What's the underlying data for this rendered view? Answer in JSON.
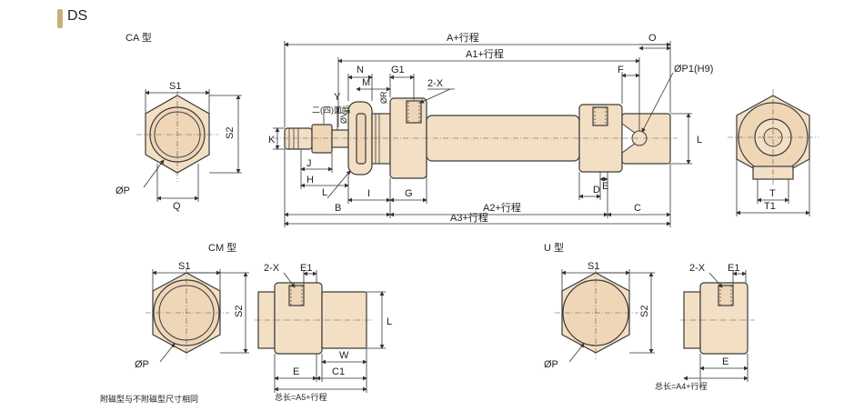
{
  "header": {
    "title": "DS",
    "accent_color": "#c9b07a"
  },
  "views": {
    "ca_label": "CA 型",
    "cm_label": "CM 型",
    "u_label": "U 型"
  },
  "dims": {
    "a_stroke": "A+行程",
    "a1_stroke": "A1+行程",
    "a2_stroke": "A2+行程",
    "a3_stroke": "A3+行程",
    "a4_total": "总长=A4+行程",
    "a5_total": "总长=A5+行程",
    "o": "O",
    "f": "F",
    "n": "N",
    "g1": "G1",
    "m": "M",
    "two_x": "2-X",
    "phi_p1": "ØP1(H9)",
    "y": "Y",
    "phi_v": "ØV",
    "phi_r": "ØR",
    "two_face": "二(四)面幅",
    "k": "K",
    "j": "J",
    "h": "H",
    "l": "L",
    "i": "I",
    "g": "G",
    "d": "D",
    "e": "E",
    "b": "B",
    "c": "C",
    "s1": "S1",
    "s2": "S2",
    "phi_p": "ØP",
    "q": "Q",
    "t": "T",
    "t1": "T1",
    "e1": "E1",
    "w": "W",
    "c1": "C1"
  },
  "notes": {
    "magnet_note": "附磁型与不附磁型尺寸相同"
  }
}
